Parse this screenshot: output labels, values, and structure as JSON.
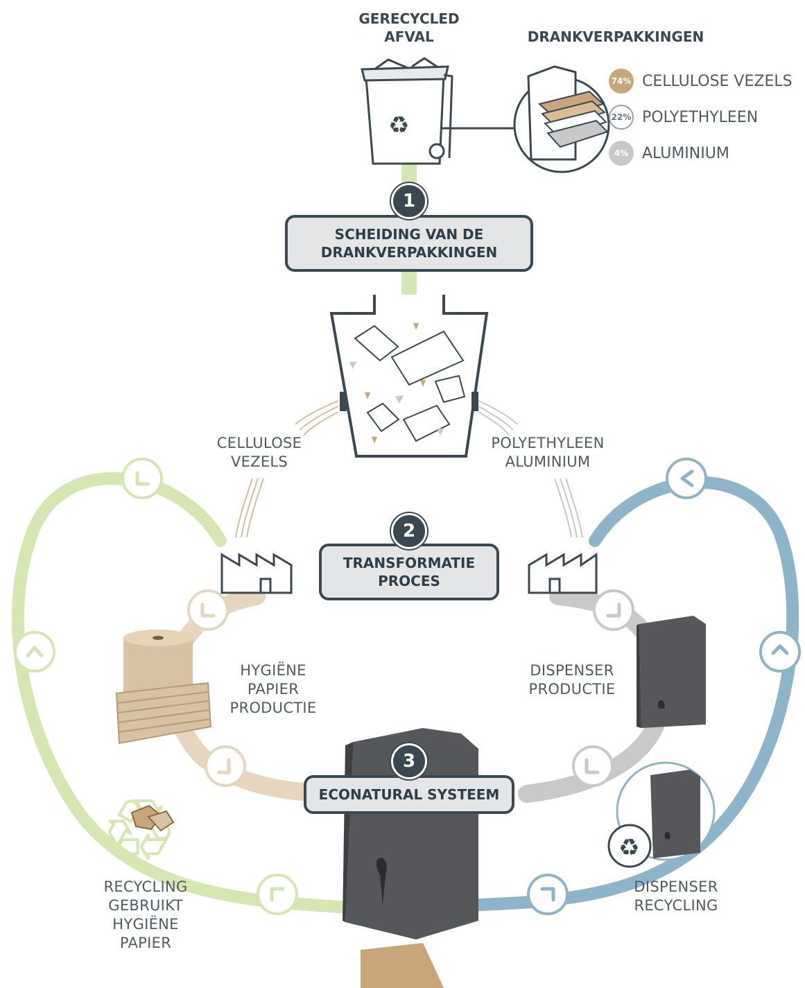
{
  "top": {
    "recycled_waste": [
      "GERECYCLED",
      "AFVAL"
    ],
    "beverage_cartons": "DRANKVERPAKKINGEN"
  },
  "legend": [
    {
      "badge": "74%",
      "label": "CELLULOSE VEZELS",
      "color": "#c8a57a"
    },
    {
      "badge": "22%",
      "label": "POLYETHYLEEN",
      "color": "#ffffff"
    },
    {
      "badge": "4%",
      "label": "ALUMINIUM",
      "color": "#c8c8c8"
    }
  ],
  "steps": [
    {
      "number": "1",
      "lines": [
        "SCHEIDING VAN DE",
        "DRANKVERPAKKINGEN"
      ]
    },
    {
      "number": "2",
      "lines": [
        "TRANSFORMATIE",
        "PROCES"
      ]
    },
    {
      "number": "3",
      "lines": [
        "ECONATURAL SYSTEEM"
      ]
    }
  ],
  "labels": {
    "cellulose": [
      "CELLULOSE",
      "VEZELS"
    ],
    "poly_alu": [
      "POLYETHYLEEN",
      "ALUMINIUM"
    ],
    "hygiene_paper": [
      "HYGIËNE",
      "PAPIER",
      "PRODUCTIE"
    ],
    "dispenser_production": [
      "DISPENSER",
      "PRODUCTIE"
    ],
    "recycling_paper": [
      "RECYCLING",
      "GEBRUIKT",
      "HYGIËNE",
      "PAPIER"
    ],
    "dispenser_recycling": [
      "DISPENSER",
      "RECYCLING"
    ]
  },
  "colors": {
    "dark": "#3a4852",
    "green_loop": "#d6e6b2",
    "blue_loop": "#8fb4c8",
    "paper_tan": "#d8c2a4",
    "grey_path": "#bdbdbd",
    "kraft": "#c8a57a",
    "dispenser": "#55575a"
  },
  "icons": [
    "recycle-bin-icon",
    "carton-layers-icon",
    "separation-tank-icon",
    "factory-icon",
    "paper-roll-icon",
    "dispenser-icon",
    "recycle-icon"
  ]
}
